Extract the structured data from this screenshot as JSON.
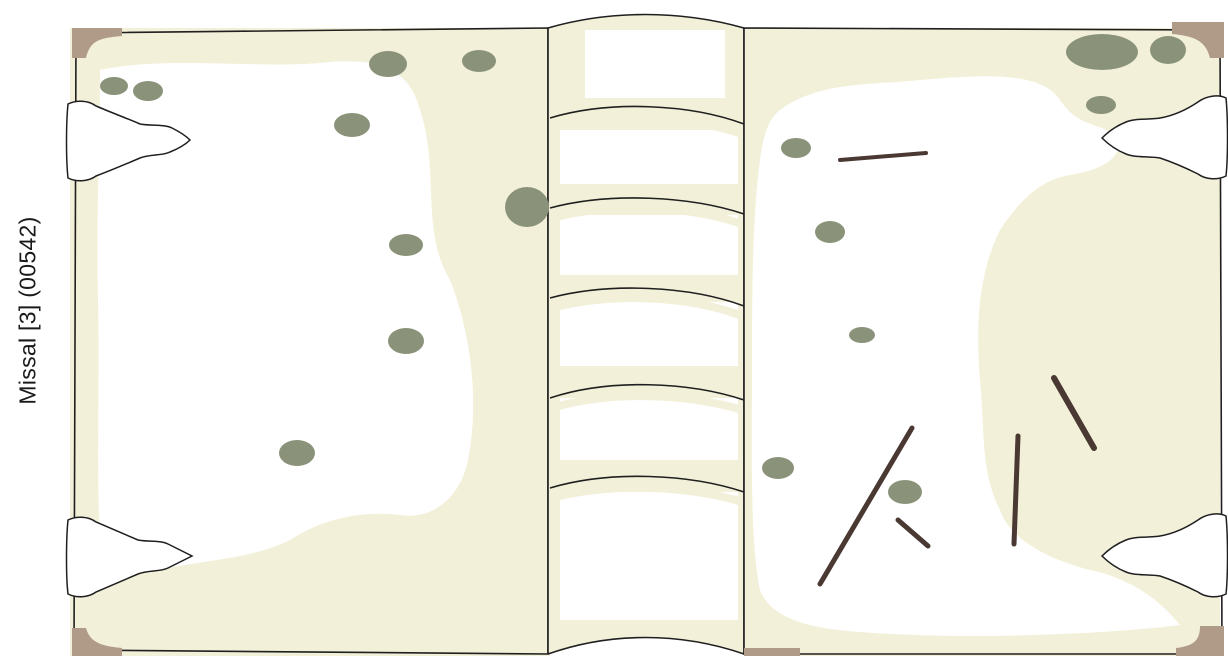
{
  "label": "Missal [3] (00542)",
  "colors": {
    "background": "#ffffff",
    "outline": "#1f1f1f",
    "board_tint": "#f3f0d9",
    "spine_band": "#f3f0d9",
    "mould_spot": "#8a937a",
    "corner_piece": "#b09a88",
    "scratch": "#4a3832",
    "clasp_fill": "#ffffff"
  },
  "elements": {
    "front_board": "front-board",
    "spine": "spine",
    "back_board": "back-board",
    "spine_raised_bands": 5,
    "clasps": 4,
    "corner_pieces": 4
  }
}
